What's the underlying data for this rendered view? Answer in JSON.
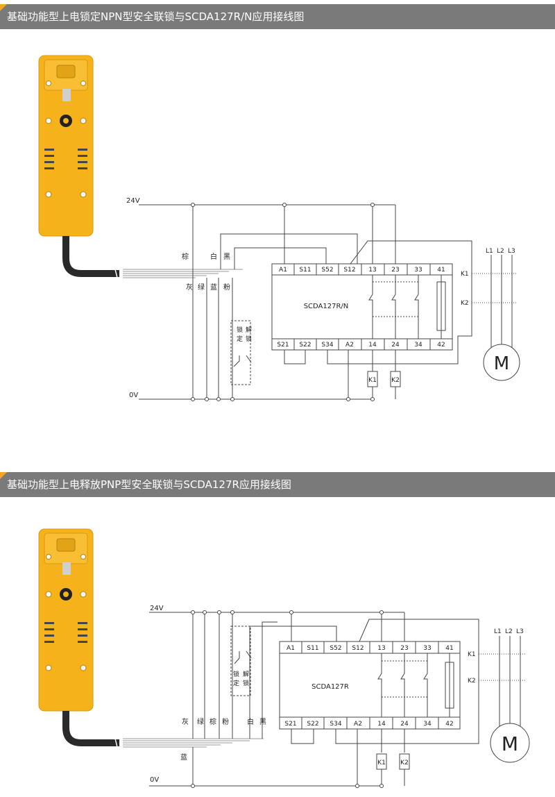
{
  "sections": [
    {
      "title": "基础功能型上电锁定NPN型安全联锁与SCDA127R/N应用接线图",
      "supply_high": "24V",
      "supply_low": "0V",
      "module_name": "SCDA127R/N",
      "top_terminals": [
        "A1",
        "S11",
        "S52",
        "S12",
        "13",
        "23",
        "33",
        "41"
      ],
      "bottom_terminals": [
        "S21",
        "S22",
        "S34",
        "A2",
        "14",
        "24",
        "34",
        "42"
      ],
      "wire_labels_top": [
        "棕",
        "白",
        "黑"
      ],
      "wire_labels_bottom": [
        "灰",
        "绿",
        "蓝",
        "粉"
      ],
      "switch_label_lock": "锁定",
      "switch_label_unlock": "解锁",
      "contactors": [
        "K1",
        "K2"
      ],
      "contactor_side_labels": [
        "K1",
        "K2"
      ],
      "phases": [
        "L1",
        "L2",
        "L3"
      ],
      "motor": "M"
    },
    {
      "title": "基础功能型上电释放PNP型安全联锁与SCDA127R应用接线图",
      "supply_high": "24V",
      "supply_low": "0V",
      "module_name": "SCDA127R",
      "top_terminals": [
        "A1",
        "S11",
        "S52",
        "S12",
        "13",
        "23",
        "33",
        "41"
      ],
      "bottom_terminals": [
        "S21",
        "S22",
        "S34",
        "A2",
        "14",
        "24",
        "34",
        "42"
      ],
      "wire_labels_top": [
        "灰",
        "绿",
        "棕",
        "粉",
        "白",
        "黑"
      ],
      "wire_labels_bottom": [
        "蓝"
      ],
      "switch_label_lock": "锁定",
      "switch_label_unlock": "解锁",
      "contactors": [
        "K1",
        "K2"
      ],
      "contactor_side_labels": [
        "K1",
        "K2"
      ],
      "phases": [
        "L1",
        "L2",
        "L3"
      ],
      "motor": "M"
    }
  ],
  "colors": {
    "header_bg": "#7a7a7a",
    "accent": "#f5a623",
    "device_body": "#f6b21a",
    "cable": "#2a2a2a",
    "line": "#444444"
  }
}
